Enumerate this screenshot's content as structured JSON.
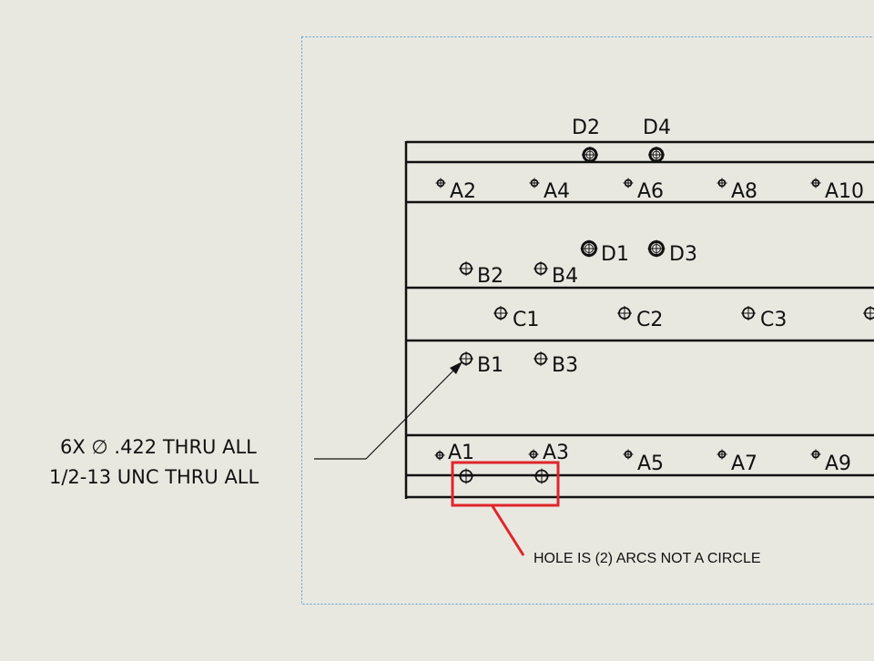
{
  "callout": {
    "line1": "6X  ∅ .422 THRU ALL",
    "line2": "1/2-13 UNC  THRU ALL"
  },
  "annotation": {
    "text": "HOLE IS (2) ARCS NOT A CIRCLE",
    "color": "#e0252b"
  },
  "holes": {
    "d2": "D2",
    "d4": "D4",
    "a2": "A2",
    "a4": "A4",
    "a6": "A6",
    "a8": "A8",
    "a10": "A10",
    "d1": "D1",
    "d3": "D3",
    "b2": "B2",
    "b4": "B4",
    "c1": "C1",
    "c2": "C2",
    "c3": "C3",
    "b1": "B1",
    "b3": "B3",
    "a1": "A1",
    "a3": "A3",
    "a5": "A5",
    "a7": "A7",
    "a9": "A9"
  },
  "colors": {
    "background": "#e9e8e0",
    "sheet_border": "#5b9bd5",
    "lines": "#111111"
  }
}
